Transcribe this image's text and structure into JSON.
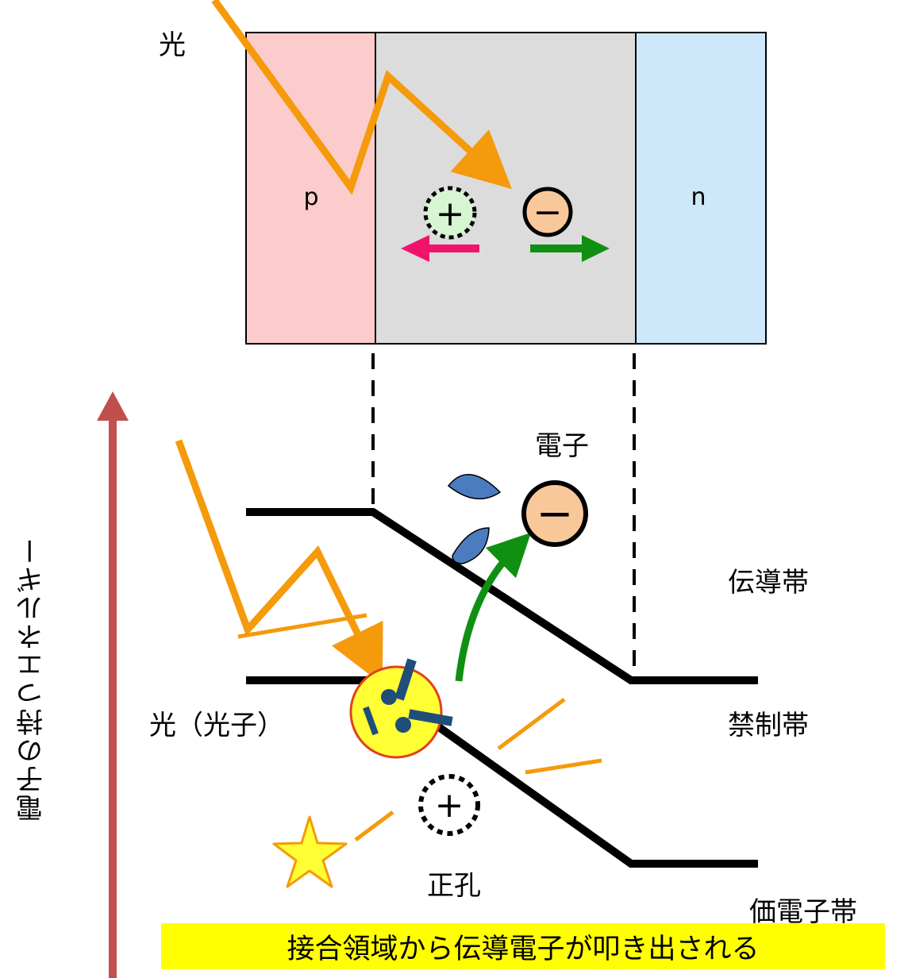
{
  "top": {
    "light_label": "光",
    "p_label": "p",
    "n_label": "n"
  },
  "bottom": {
    "electron_label": "電子",
    "conduction_band_label": "伝導帯",
    "forbidden_band_label": "禁制帯",
    "valence_band_label": "価電子帯",
    "photon_label": "光（光子）",
    "hole_label": "正孔",
    "energy_axis_label": "電子の持つエネルギー"
  },
  "caption": "接合領域から伝導電子が叩き出される",
  "symbols": {
    "plus": "+",
    "minus": "−"
  },
  "colors": {
    "p_region": "#fccccc",
    "depletion_region": "#dcdcdc",
    "n_region": "#cce8fa",
    "light_ray": "#f59a0b",
    "electron_fill": "#f9c89a",
    "hole_fill": "#d7f4d3",
    "electron_arrow": "#109010",
    "hole_arrow": "#f0136c",
    "energy_arrow": "#c0504d",
    "caption_bg": "#ffff00",
    "photon_fill": "#ffff33",
    "droplet": "#4a7cbf"
  }
}
